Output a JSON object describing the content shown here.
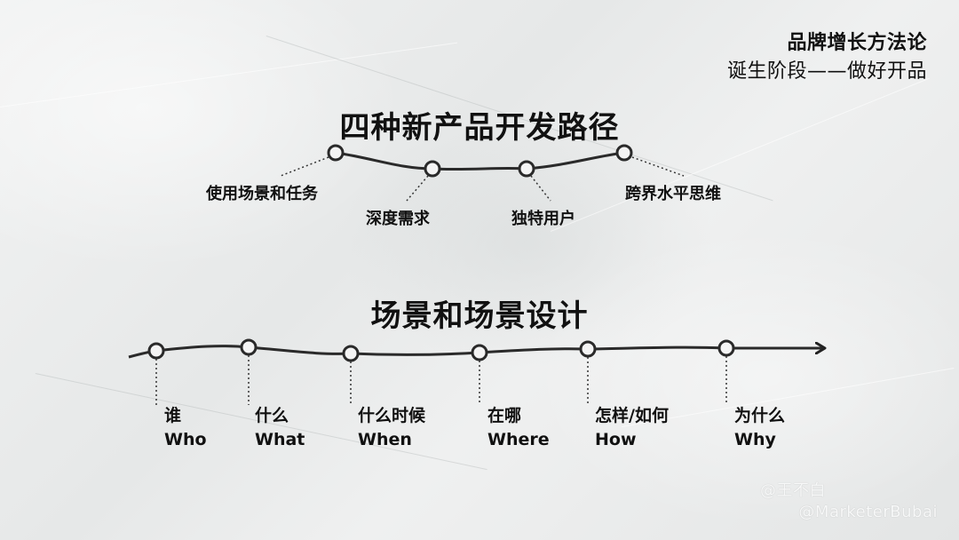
{
  "header": {
    "title": "品牌增长方法论",
    "subtitle": "诞生阶段——做好开品"
  },
  "section1": {
    "title": "四种新产品开发路径",
    "paths": [
      "使用场景和任务",
      "深度需求",
      "独特用户",
      "跨界水平思维"
    ]
  },
  "section2": {
    "title": "场景和场景设计",
    "steps": [
      {
        "cn": "谁",
        "en": "Who"
      },
      {
        "cn": "什么",
        "en": "What"
      },
      {
        "cn": "什么时候",
        "en": "When"
      },
      {
        "cn": "在哪",
        "en": "Where"
      },
      {
        "cn": "怎样/如何",
        "en": "How"
      },
      {
        "cn": "为什么",
        "en": "Why"
      }
    ]
  },
  "watermark": {
    "author": "@王不白",
    "handle": "@MarketerBubai"
  }
}
